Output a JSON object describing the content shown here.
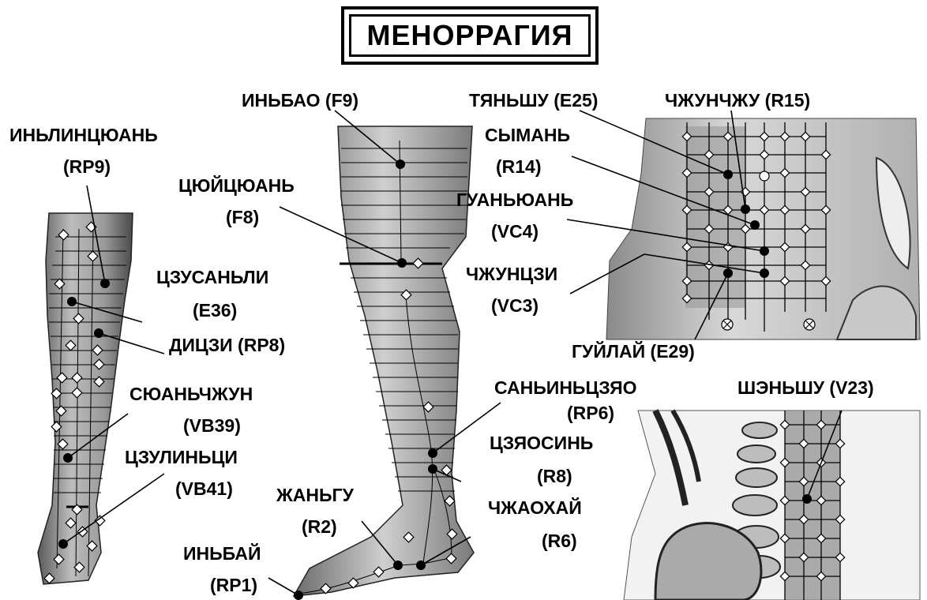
{
  "title": "МЕНОРРАГИЯ",
  "labels": {
    "yinbao": "ИНЬБАО (F9)",
    "yinlingquan_1": "ИНЬЛИНЦЮАНЬ",
    "yinlingquan_2": "(RP9)",
    "ququan_1": "ЦЮЙЦЮАНЬ",
    "ququan_2": "(F8)",
    "zusanli_1": "ЦЗУСАНЬЛИ",
    "zusanli_2": "(E36)",
    "diji": "ДИЦЗИ (RP8)",
    "xuanzhong_1": "СЮАНЬЧЖУН",
    "xuanzhong_2": "(VB39)",
    "zulinqi_1": "ЦЗУЛИНЬЦИ",
    "zulinqi_2": "(VB41)",
    "rangu_1": "ЖАНЬГУ",
    "rangu_2": "(R2)",
    "yinbai_1": "ИНЬБАЙ",
    "yinbai_2": "(RP1)",
    "tianshu": "ТЯНЬШУ (E25)",
    "zhongzhu": "ЧЖУНЧЖУ (R15)",
    "siman_1": "СЫМАНЬ",
    "siman_2": "(R14)",
    "guanyuan_1": "ГУАНЬЮАНЬ",
    "guanyuan_2": "(VC4)",
    "zhongji_1": "ЧЖУНЦЗИ",
    "zhongji_2": "(VC3)",
    "guilai": "ГУЙЛАЙ (E29)",
    "sanyinjiao_1": "САНЬИНЬЦЗЯО",
    "sanyinjiao_2": "(RP6)",
    "shenshu": "ШЭНЬШУ (V23)",
    "jiaoxin_1": "ЦЗЯОСИНЬ",
    "jiaoxin_2": "(R8)",
    "zhaohai_1": "ЧЖАОХАЙ",
    "zhaohai_2": "(R6)"
  }
}
